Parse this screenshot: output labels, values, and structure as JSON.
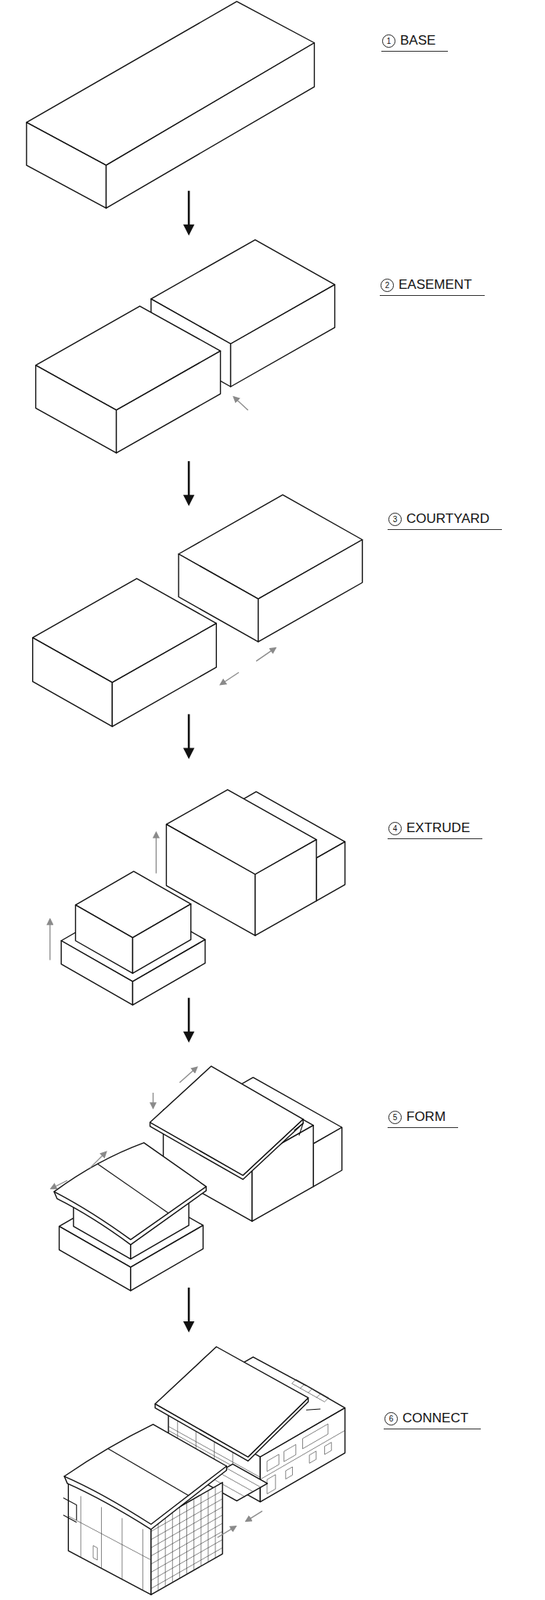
{
  "diagram": {
    "labels": [
      "1",
      "BASE",
      "2",
      "EASEMENT",
      "3",
      "COURTYARD",
      "4",
      "EXTRUDE",
      "5",
      "FORM",
      "6",
      "CONNECT"
    ]
  }
}
